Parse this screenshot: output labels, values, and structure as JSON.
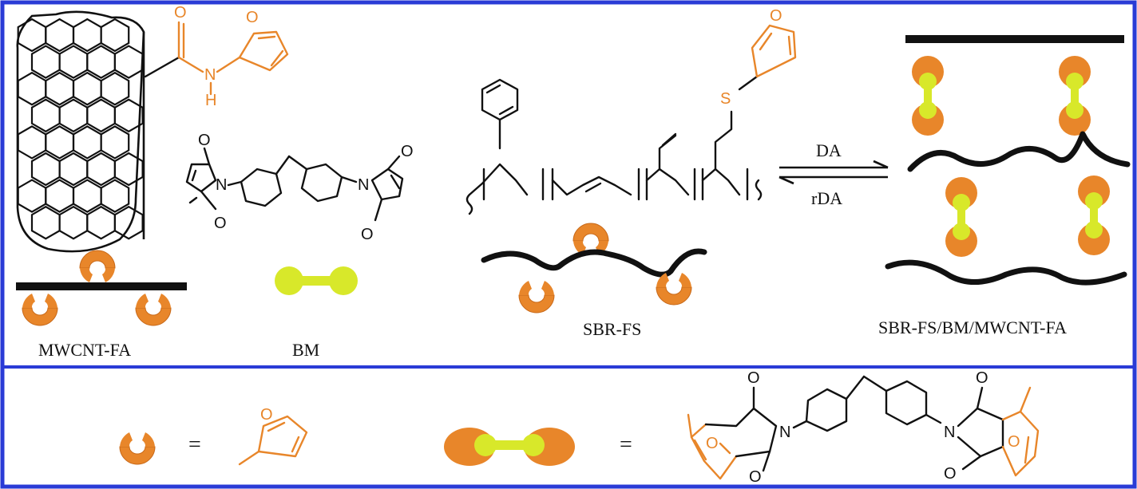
{
  "labels": {
    "mwcnt_fa": "MWCNT-FA",
    "bm": "BM",
    "sbr_fs": "SBR-FS",
    "composite": "SBR-FS/BM/MWCNT-FA",
    "forward": "DA",
    "reverse": "rDA"
  },
  "legend": {
    "equals": "="
  },
  "atoms": {
    "O": "O",
    "N": "N",
    "H": "H",
    "S": "S"
  },
  "colors": {
    "border": "#2A3BD6",
    "furan_orange": "#E8862A",
    "maleimide_yellow": "#D8E82A",
    "ink": "#111111"
  },
  "icons": {
    "furan": "orange-crescent",
    "bismaleimide": "yellow-dumbbell",
    "adduct": "orange-yellow-crosslink"
  }
}
